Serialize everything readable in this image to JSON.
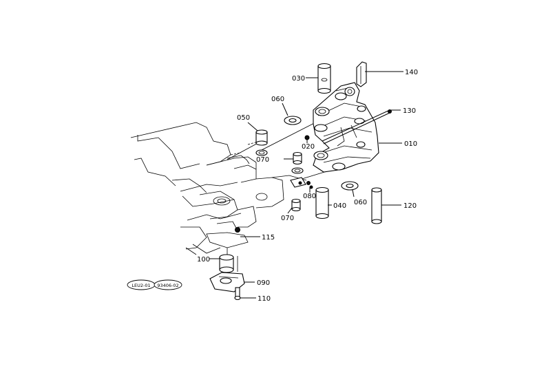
{
  "diagram": {
    "part_labels": {
      "p140": "140",
      "p030": "030",
      "p130": "130",
      "p060a": "060",
      "p050": "050",
      "p010": "010",
      "p020": "020",
      "p070a": "070",
      "p080": "080",
      "p060b": "060",
      "p040": "040",
      "p070b": "070",
      "p120": "120",
      "p115": "115",
      "p100": "100",
      "p090": "090",
      "p110": "110"
    },
    "ref_codes": [
      "LEU2-01",
      "93406-02"
    ]
  }
}
